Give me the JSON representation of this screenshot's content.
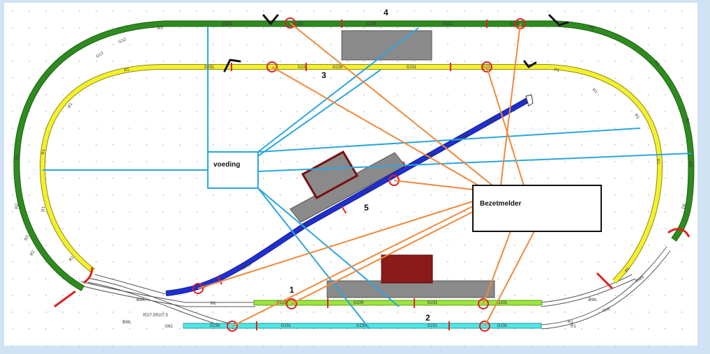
{
  "labels": {
    "track_1": "1",
    "track_2": "2",
    "track_3": "3",
    "track_4": "4",
    "track_5": "5"
  },
  "boxes": {
    "voeding": "voeding",
    "bezetmelder": "Bezetmelder"
  },
  "segment_labels": {
    "outer_top": [
      "G231",
      "G231",
      "G239",
      "G231",
      "G231"
    ],
    "outer_left": [
      "R2",
      "G12",
      "G12",
      "R2",
      "R2",
      "R2",
      "R2"
    ],
    "outer_right": [
      "R2",
      "R2",
      "R2",
      "R2",
      "R2"
    ],
    "yellow_top": [
      "R1",
      "G231",
      "G231",
      "G239",
      "G231",
      "G231",
      "R1"
    ],
    "yellow_left": [
      "R1",
      "R1",
      "R1",
      "R1"
    ],
    "yellow_right": [
      "R1",
      "R1",
      "R1",
      "R1"
    ],
    "green_bottom": [
      "G231",
      "G239",
      "G231",
      "G231"
    ],
    "cyan_bottom": [
      "G239",
      "G231",
      "G239",
      "G231",
      "G231"
    ],
    "blue_diag": [
      "G231",
      "G231",
      "G231",
      "G231",
      "G231",
      "G231"
    ],
    "switch_left": [
      "BWL",
      "WL",
      "BWL",
      "R2/7.5",
      "R2/7.5",
      "G62"
    ],
    "switch_right": [
      "BWR",
      "BWL",
      "G62",
      "R1",
      "R1"
    ]
  },
  "colors": {
    "outer_loop": "#2e8b1f",
    "yellow_loop": "#f5f02a",
    "blue_track": "#1f2fd0",
    "green_track": "#9ae63a",
    "cyan_track": "#4fe6e6",
    "wire_blue": "#2aa6df",
    "wire_orange": "#f0883a",
    "marker_red": "#e02020",
    "platform_gray": "#8a8a8a",
    "building_red": "#8b1a1a"
  }
}
